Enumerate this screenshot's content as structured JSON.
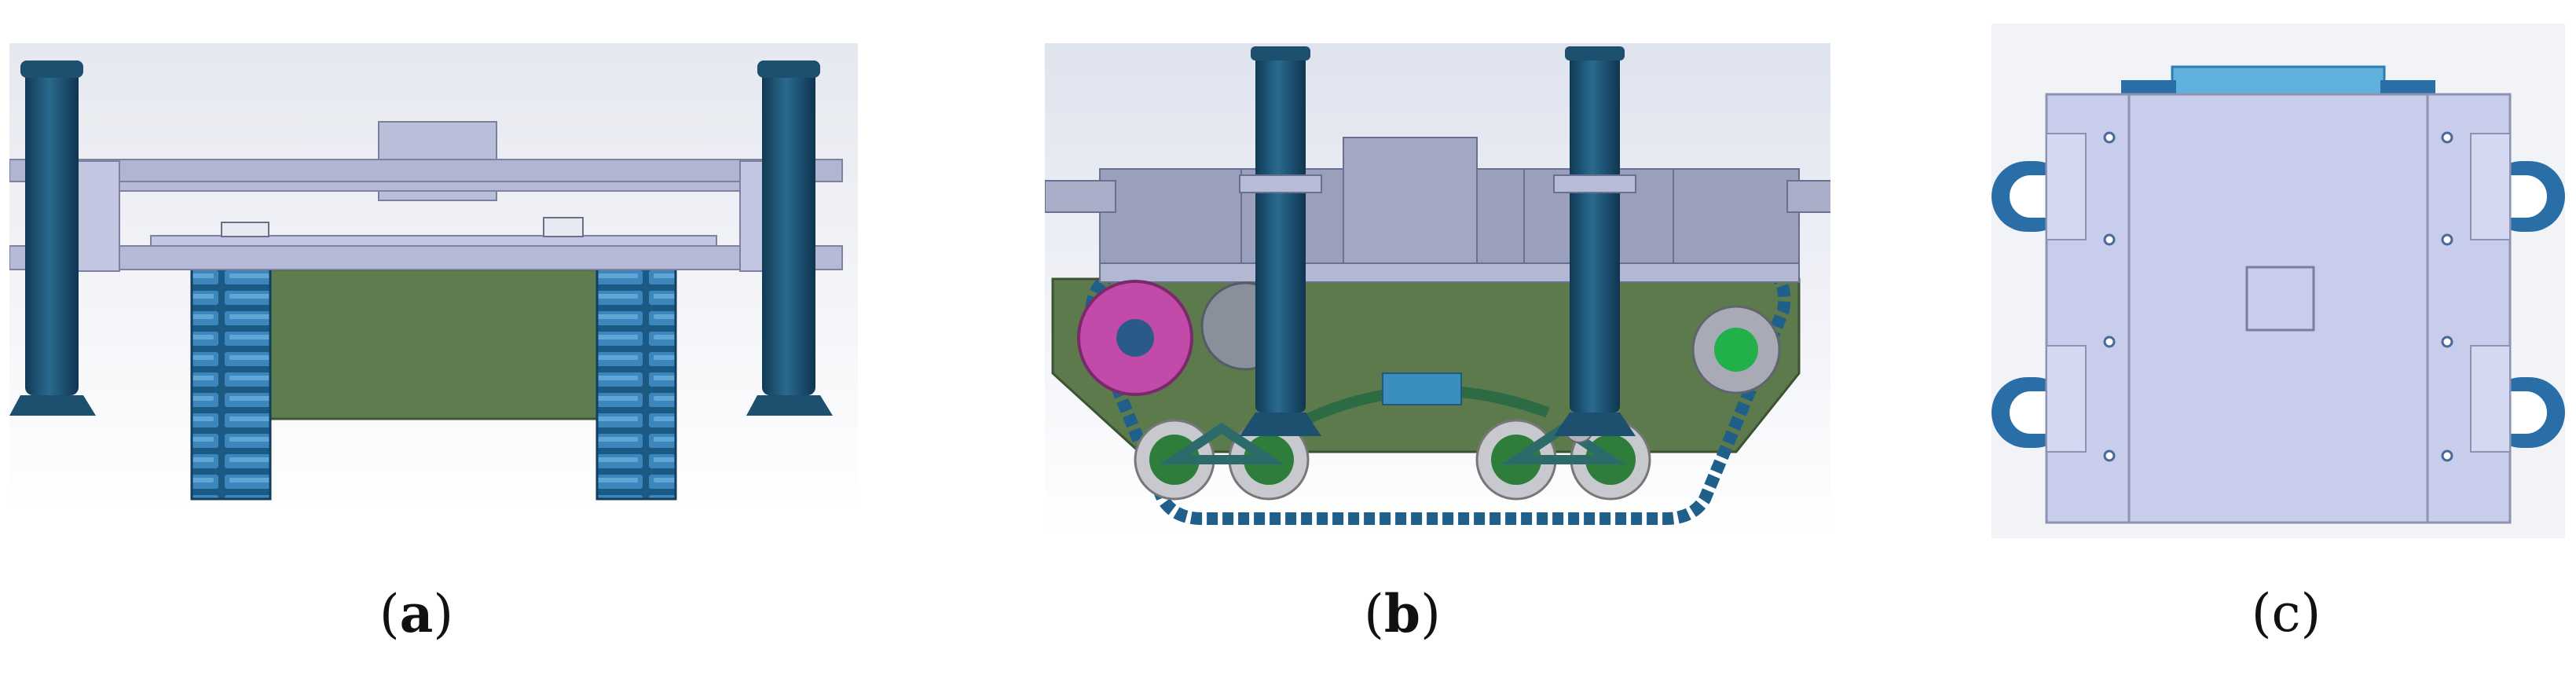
{
  "figure": {
    "panels": [
      {
        "id": "a",
        "caption_open": "(",
        "caption_letter": "a",
        "caption_close": ")"
      },
      {
        "id": "b",
        "caption_open": "(",
        "caption_letter": "b",
        "caption_close": ")"
      },
      {
        "id": "c",
        "caption_open": "(",
        "caption_letter": "c",
        "caption_close": ")"
      }
    ]
  },
  "colors": {
    "column_blue": "#1d4f6e",
    "frame_gray": "#aab0cc",
    "plate_lavender": "#c8cdec",
    "track_blue": "#1f5f8a",
    "body_green": "#5c7a4c",
    "sprocket_magenta": "#c24aa8",
    "wheel_green": "#2e7d3a",
    "bumper_blue": "#2a6ea8",
    "connector_cyan": "#5fb0dc"
  }
}
